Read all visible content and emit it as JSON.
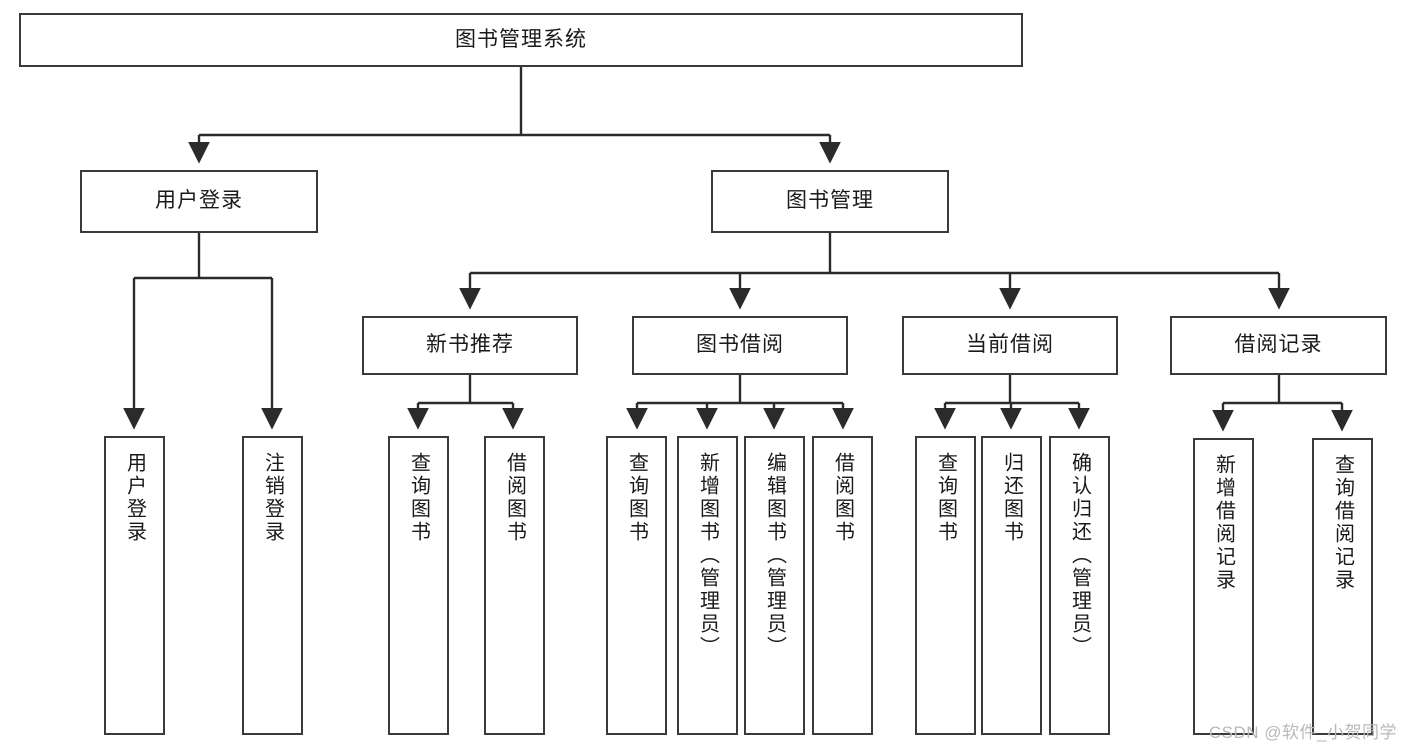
{
  "diagram": {
    "title": "图书管理系统",
    "type": "functional-decomposition-tree",
    "colors": {
      "box_border": "#3a3a3a",
      "box_fill": "#ffffff",
      "connector": "#2b2b2b",
      "text": "#1a1a1a",
      "watermark": "#b9b9b9",
      "background": "#ffffff"
    },
    "root": {
      "label": "图书管理系统"
    },
    "level2": [
      {
        "id": "user-login",
        "label": "用户登录"
      },
      {
        "id": "book-management",
        "label": "图书管理"
      }
    ],
    "level3": [
      {
        "id": "new-book-recommend",
        "label": "新书推荐",
        "parent": "book-management"
      },
      {
        "id": "book-borrow",
        "label": "图书借阅",
        "parent": "book-management"
      },
      {
        "id": "current-borrow",
        "label": "当前借阅",
        "parent": "book-management"
      },
      {
        "id": "borrow-record",
        "label": "借阅记录",
        "parent": "book-management"
      }
    ],
    "leaves": {
      "user-login": [
        {
          "id": "leaf-user-login",
          "label": "用户登录"
        },
        {
          "id": "leaf-logout-login",
          "label": "注销登录"
        }
      ],
      "new-book-recommend": [
        {
          "id": "leaf-query-book-1",
          "label": "查询图书"
        },
        {
          "id": "leaf-borrow-book-1",
          "label": "借阅图书"
        }
      ],
      "book-borrow": [
        {
          "id": "leaf-query-book-2",
          "label": "查询图书"
        },
        {
          "id": "leaf-add-book-admin",
          "label": "新增图书（管理员）"
        },
        {
          "id": "leaf-edit-book-admin",
          "label": "编辑图书（管理员）"
        },
        {
          "id": "leaf-borrow-book-2",
          "label": "借阅图书"
        }
      ],
      "current-borrow": [
        {
          "id": "leaf-query-book-3",
          "label": "查询图书"
        },
        {
          "id": "leaf-return-book",
          "label": "归还图书"
        },
        {
          "id": "leaf-confirm-return-admin",
          "label": "确认归还（管理员）"
        }
      ],
      "borrow-record": [
        {
          "id": "leaf-add-borrow-record",
          "label": "新增借阅记录"
        },
        {
          "id": "leaf-query-borrow-record",
          "label": "查询借阅记录"
        }
      ]
    },
    "watermark": "CSDN @软件_小贺同学"
  }
}
